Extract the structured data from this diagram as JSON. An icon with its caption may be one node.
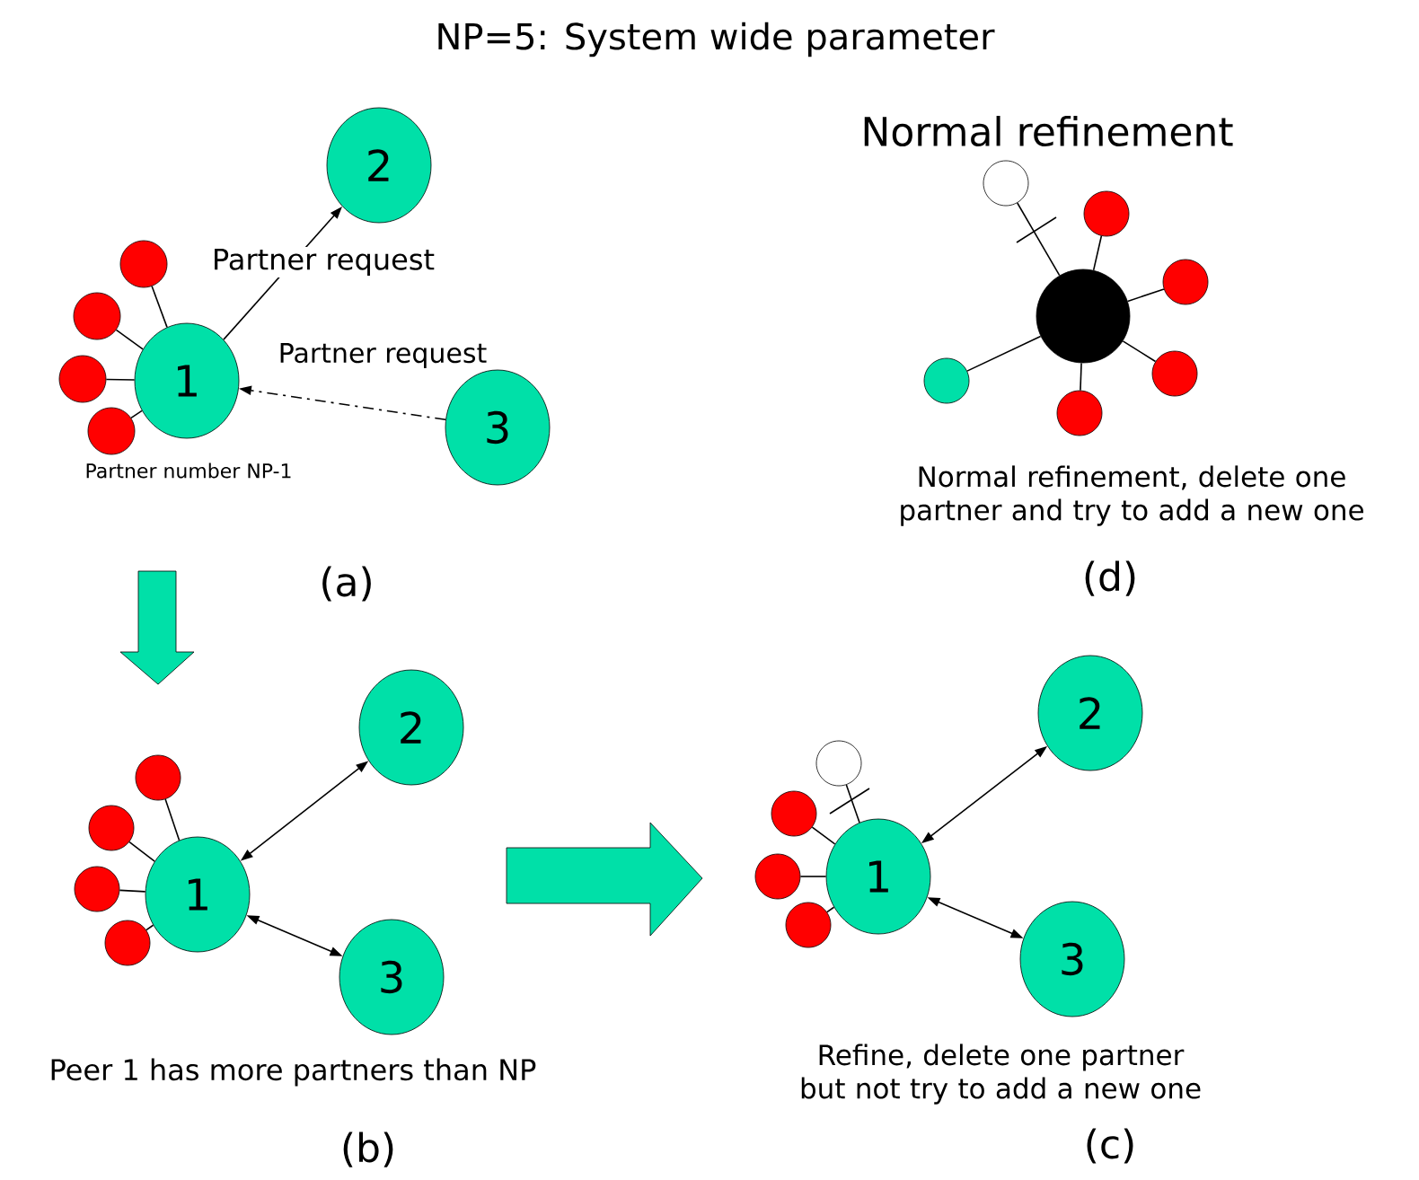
{
  "diagram": {
    "title": "NP=5: System wide parameter",
    "nodes": [
      {
        "text": [
          "1"
        ]
      },
      {
        "text": [
          "2"
        ]
      },
      {
        "text": [
          "3"
        ]
      },
      {
        "text": [],
        "shape": "circle"
      },
      {
        "text": [],
        "shape": "circle"
      },
      {
        "text": [],
        "shape": "circle"
      },
      {
        "text": [],
        "shape": "circle"
      },
      {
        "text": [],
        "shape": "circle"
      },
      {
        "text": [],
        "shape": "circle"
      },
      {
        "text": [],
        "shape": "circle"
      },
      {
        "text": [],
        "shape": "circle"
      },
      {
        "text": [],
        "shape": "circle"
      },
      {
        "text": [],
        "shape": "circle"
      },
      {
        "text": [],
        "shape": "circle"
      },
      {
        "text": [
          "1"
        ]
      },
      {
        "text": [
          "2"
        ]
      },
      {
        "text": [
          "3"
        ]
      },
      {
        "text": [],
        "shape": "circle"
      },
      {
        "text": [],
        "shape": "circle"
      },
      {
        "text": [],
        "shape": "circle"
      },
      {
        "text": [],
        "shape": "circle"
      },
      {
        "text": [
          "1"
        ]
      },
      {
        "text": [
          "2"
        ]
      },
      {
        "text": [
          "3"
        ]
      },
      {
        "text": [],
        "shape": "circle"
      },
      {
        "text": [],
        "shape": "circle"
      },
      {
        "text": [],
        "shape": "circle"
      },
      {
        "text": [],
        "shape": "circle"
      }
    ],
    "edges": [
      {
        "from": 0,
        "to": 1,
        "arrow": "to",
        "label": "Partner request"
      },
      {
        "from": 2,
        "to": 0,
        "arrow": "to",
        "style": "dashed",
        "label": "Partner request"
      },
      {
        "from": 3,
        "to": 0,
        "arrow": "none"
      },
      {
        "from": 4,
        "to": 0,
        "arrow": "none"
      },
      {
        "from": 5,
        "to": 0,
        "arrow": "none"
      },
      {
        "from": 6,
        "to": 0,
        "arrow": "none"
      },
      {
        "from": 8,
        "to": 7,
        "arrow": "none"
      },
      {
        "from": 9,
        "to": 7,
        "arrow": "none"
      },
      {
        "from": 10,
        "to": 7,
        "arrow": "none"
      },
      {
        "from": 11,
        "to": 7,
        "arrow": "none"
      },
      {
        "from": 12,
        "to": 7,
        "arrow": "none"
      },
      {
        "from": 13,
        "to": 7,
        "arrow": "none"
      },
      {
        "from": 14,
        "to": 15,
        "arrow": "both"
      },
      {
        "from": 14,
        "to": 16,
        "arrow": "both"
      },
      {
        "from": 17,
        "to": 14,
        "arrow": "none"
      },
      {
        "from": 18,
        "to": 14,
        "arrow": "none"
      },
      {
        "from": 19,
        "to": 14,
        "arrow": "none"
      },
      {
        "from": 20,
        "to": 14,
        "arrow": "none"
      },
      {
        "from": 21,
        "to": 22,
        "arrow": "both"
      },
      {
        "from": 21,
        "to": 23,
        "arrow": "both"
      },
      {
        "from": 24,
        "to": 21,
        "arrow": "none"
      },
      {
        "from": 25,
        "to": 21,
        "arrow": "none"
      },
      {
        "from": 26,
        "to": 21,
        "arrow": "none"
      },
      {
        "from": 27,
        "to": 21,
        "arrow": "none"
      }
    ],
    "labels": [
      "Normal refinement",
      "Partner number NP-1",
      "Normal refinement, delete one partner and try to add a new one",
      "(a)",
      "(d)",
      "Peer 1 has more partners than NP",
      "Refine, delete one partner but not try to add a new one",
      "(b)",
      "(c)"
    ]
  }
}
